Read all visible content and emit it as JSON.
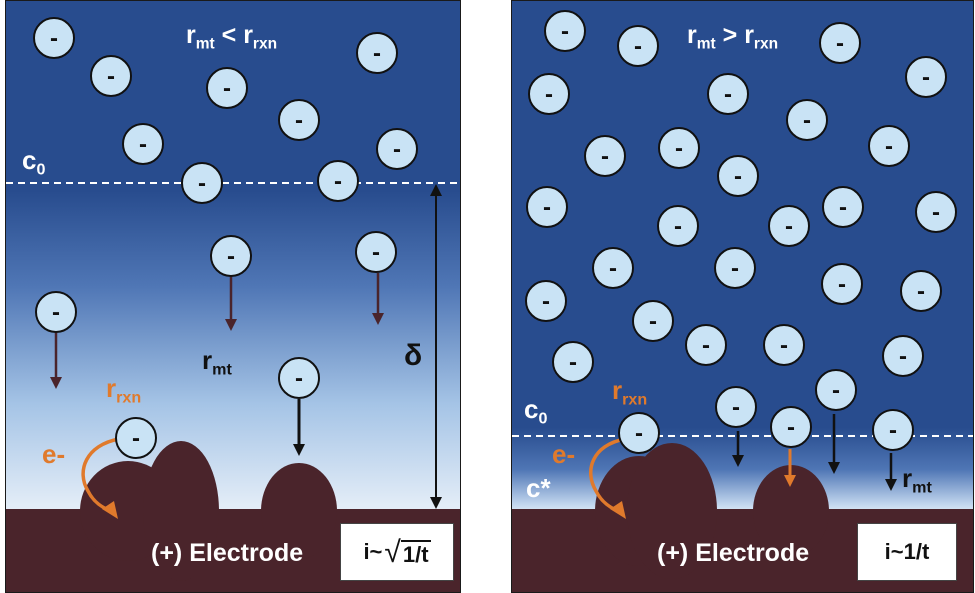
{
  "colors": {
    "solution_blue": "#284c8e",
    "ion_fill": "#c9e3f5",
    "electrode": "#4a242b",
    "mass_transport_arrow_left": "#4a242b",
    "mass_transport_arrow_right": "#111111",
    "reaction": "#e07a2c",
    "dashed_line": "#ffffff"
  },
  "ion": {
    "symbol": "-"
  },
  "left_panel": {
    "condition": {
      "r": "r",
      "left_sub": "mt",
      "op": " < ",
      "right_sub": "rxn"
    },
    "bulk_concentration": {
      "base": "c",
      "sub": "0"
    },
    "diffusion_layer_thickness": "δ",
    "mass_transport_rate": {
      "base": "r",
      "sub": "mt"
    },
    "reaction_rate": {
      "base": "r",
      "sub": "rxn"
    },
    "electron": "e-",
    "electrode_label": "(+) Electrode",
    "current_relation": {
      "prefix": "i~",
      "radicand": "1/t"
    }
  },
  "right_panel": {
    "condition": {
      "r": "r",
      "left_sub": "mt",
      "op": " > ",
      "right_sub": "rxn"
    },
    "bulk_concentration": {
      "base": "c",
      "sub": "0"
    },
    "surface_concentration": "c*",
    "mass_transport_rate": {
      "base": "r",
      "sub": "mt"
    },
    "reaction_rate": {
      "base": "r",
      "sub": "rxn"
    },
    "electron": "e-",
    "electrode_label": "(+) Electrode",
    "current_relation": "i~1/t"
  }
}
